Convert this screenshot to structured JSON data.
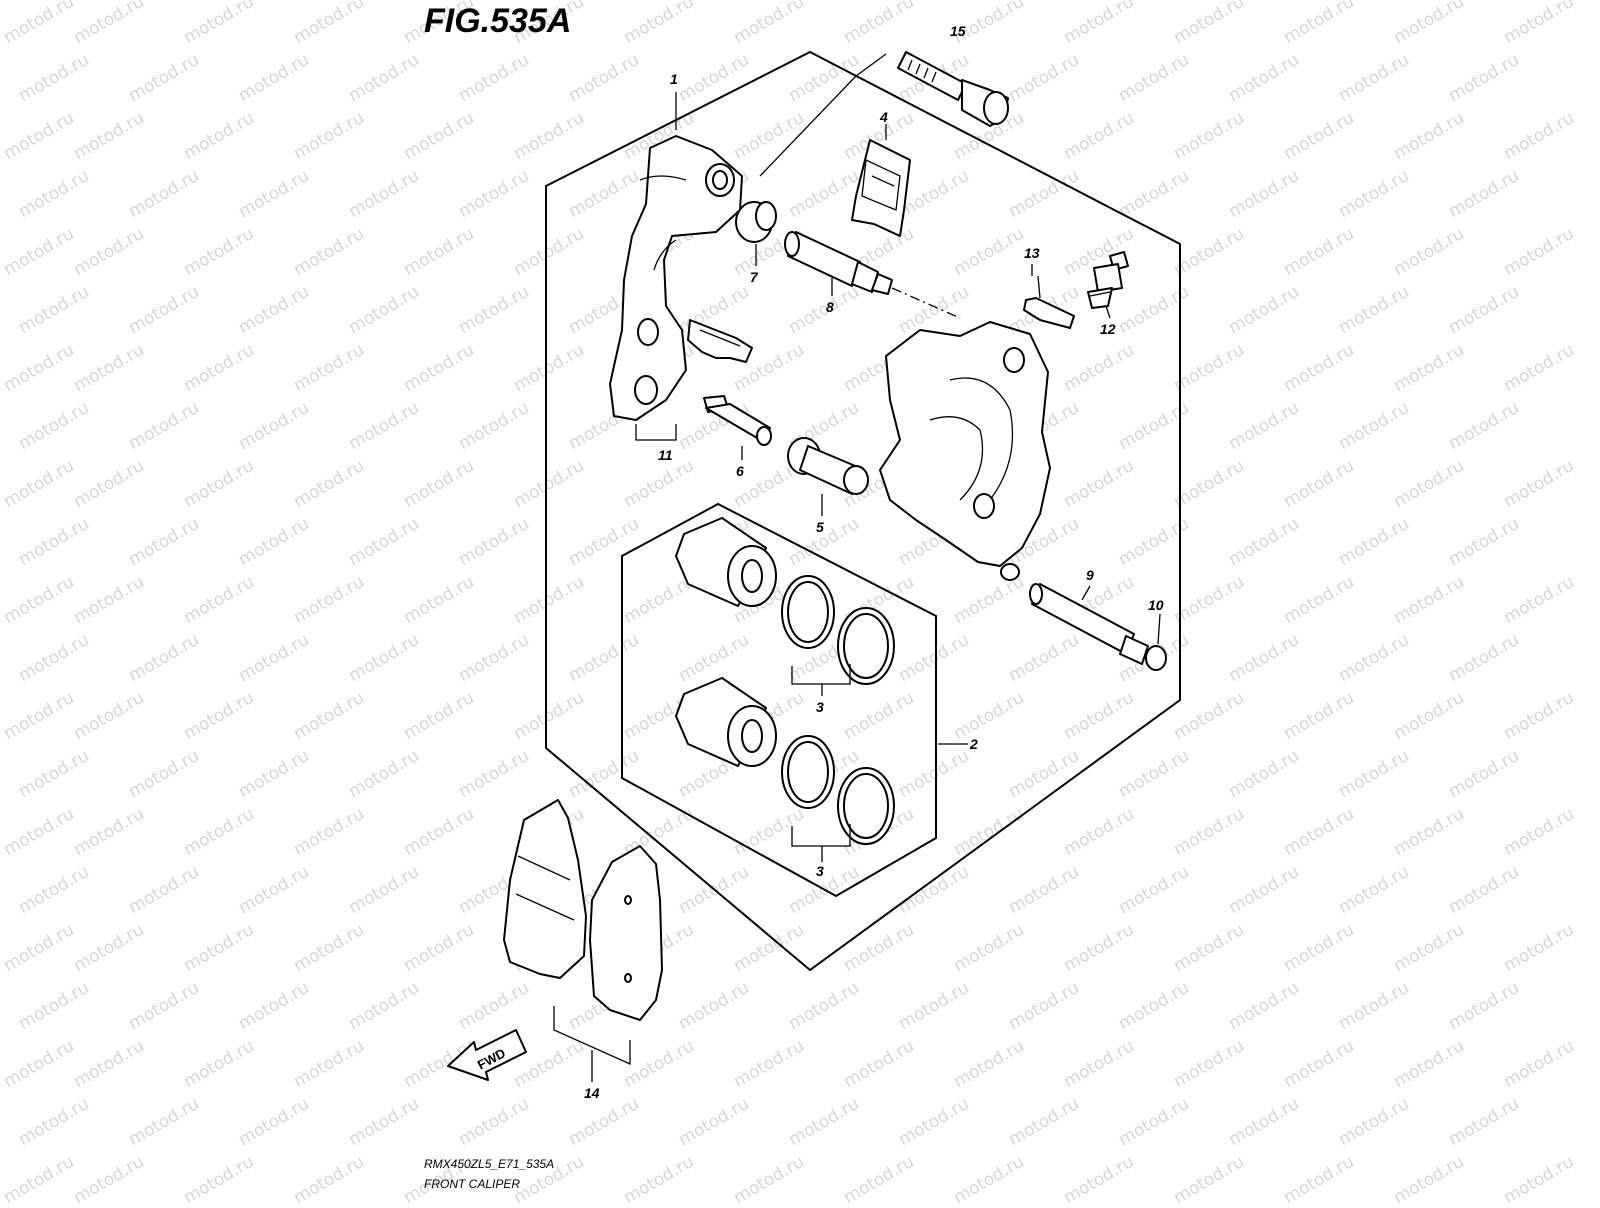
{
  "figure_title": "FIG.535A",
  "watermark_text": "motod.ru",
  "diagram_code": "RMX450ZL5_E71_535A",
  "caption": "FRONT CALIPER",
  "fwd_label": "FWD",
  "callouts": [
    "1",
    "2",
    "3",
    "3",
    "4",
    "5",
    "6",
    "7",
    "8",
    "9",
    "10",
    "11",
    "12",
    "13",
    "14",
    "15"
  ]
}
